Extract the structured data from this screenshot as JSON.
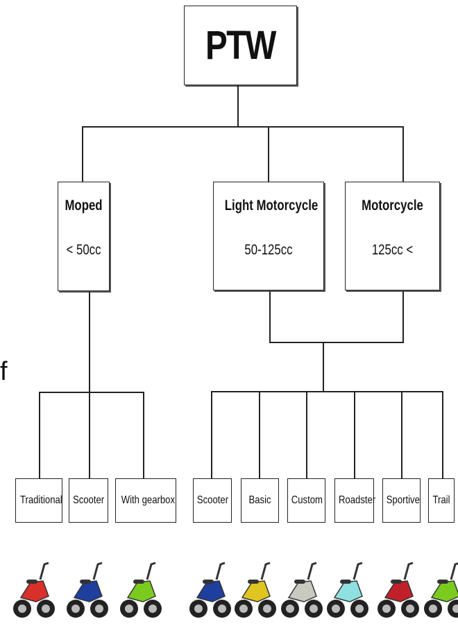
{
  "root": {
    "label": "PTW"
  },
  "categories": [
    {
      "name": "Moped",
      "range": "< 50cc"
    },
    {
      "name": "Light Motorcycle",
      "range": "50-125cc"
    },
    {
      "name": "Motorcycle",
      "range": "125cc <"
    }
  ],
  "moped_types": [
    "Traditional",
    "Scooter",
    "With gearbox"
  ],
  "motorcycle_types": [
    "Scooter",
    "Basic",
    "Custom",
    "Roadster",
    "Sportive",
    "Trail"
  ],
  "stray_text": "f",
  "bike_icons": [
    {
      "icon": "traditional-moped-icon",
      "color": "#d9302a"
    },
    {
      "icon": "scooter-icon",
      "color": "#1f3f9e"
    },
    {
      "icon": "gearbox-moped-icon",
      "color": "#7acb1e"
    },
    {
      "icon": "scooter-icon",
      "color": "#1f3f9e"
    },
    {
      "icon": "basic-motorcycle-icon",
      "color": "#e0c420"
    },
    {
      "icon": "custom-motorcycle-icon",
      "color": "#c9c9c0"
    },
    {
      "icon": "roadster-motorcycle-icon",
      "color": "#8fe0e0"
    },
    {
      "icon": "sportive-motorcycle-icon",
      "color": "#c0202a"
    },
    {
      "icon": "trail-motorcycle-icon",
      "color": "#7acb1e"
    }
  ]
}
